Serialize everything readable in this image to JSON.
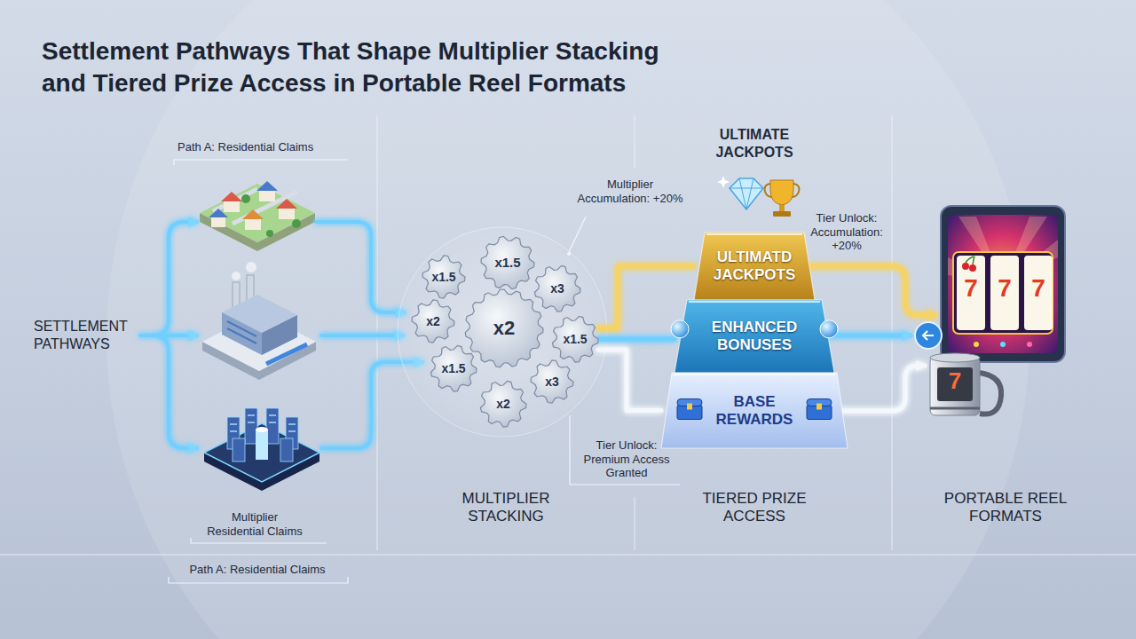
{
  "diagram": {
    "title": "Settlement Pathways That Shape Multiplier Stacking and Tiered Prize Access in Portable Reel Formats",
    "nodes": [
      {
        "text": [
          "x1.5"
        ]
      },
      {
        "text": [
          "x1.5"
        ]
      },
      {
        "text": [
          "x3"
        ]
      },
      {
        "text": [
          "x2"
        ]
      },
      {
        "text": [
          "x2"
        ]
      },
      {
        "text": [
          "x1.5"
        ]
      },
      {
        "text": [
          "x1.5"
        ]
      },
      {
        "text": [
          "x3"
        ]
      },
      {
        "text": [
          "x2"
        ]
      },
      {
        "text": [
          "ULTIMATD JACKPOTS"
        ]
      },
      {
        "text": [
          "ENHANCED BONUSES"
        ]
      },
      {
        "text": [
          "BASE REWARDS"
        ]
      }
    ],
    "edges": [
      {
        "from": 5,
        "to": 9,
        "arrow": "none"
      },
      {
        "from": 5,
        "to": 10,
        "arrow": "none"
      },
      {
        "from": 5,
        "to": 11,
        "arrow": "none"
      }
    ],
    "labels": [
      "Path A: Residential Claims",
      "SETTLEMENT PATHWAYS",
      "Multiplier Residential Claims",
      "Path A: Residential Claims",
      "Multiplier Accumulation: +20%",
      "ULTIMATE JACKPOTS",
      "Tier Unlock: Accumulation: +20%",
      "Tier Unlock: Premium Access Granted",
      "MULTIPLIER STACKING",
      "TIERED PRIZE ACCESS",
      "PORTABLE REEL FORMATS",
      "7",
      "7",
      "7",
      "7"
    ]
  }
}
